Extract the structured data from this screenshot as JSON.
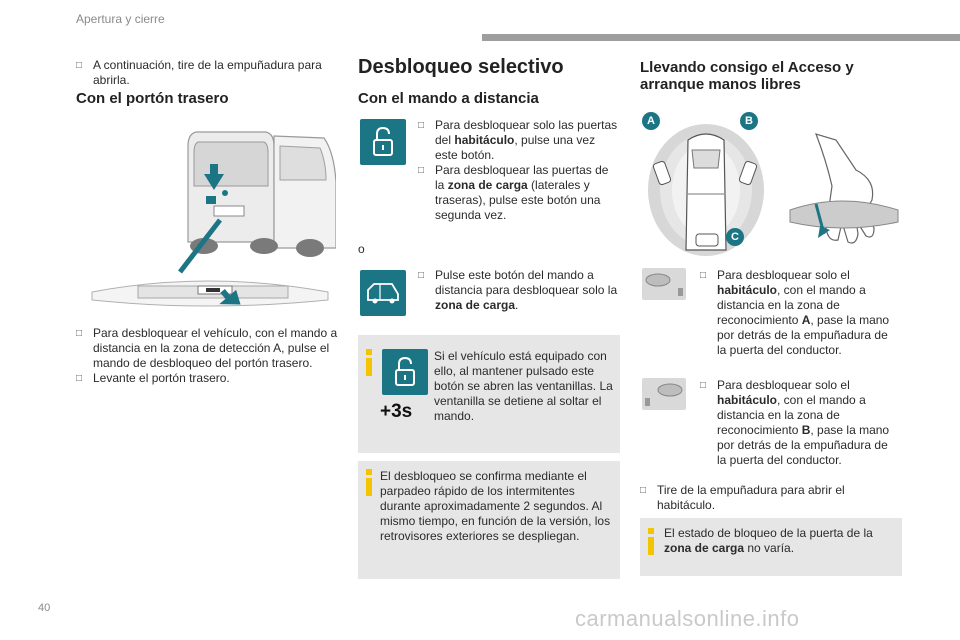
{
  "header": {
    "section": "Apertura y cierre"
  },
  "page_number": "40",
  "watermark": "carmanualsonline.info",
  "col1": {
    "intro": "A continuación, tire de la empuñadura para abrirla.",
    "heading": "Con el portón trasero",
    "steps": [
      "Para desbloquear el vehículo, con el mando a distancia en la zona de detección A, pulse el mando de desbloqueo del portón trasero.",
      "Levante el portón trasero."
    ]
  },
  "col2": {
    "title": "Desbloqueo selectivo",
    "subtitle": "Con el mando a distancia",
    "bullets_a": {
      "b1_pre": "Para desbloquear solo las puertas del ",
      "b1_bold": "habitáculo",
      "b1_post": ", pulse una vez este botón.",
      "b2_pre": "Para desbloquear las puertas de la ",
      "b2_bold": "zona de carga",
      "b2_post": " (laterales y traseras), pulse este botón una segunda vez."
    },
    "or": "o",
    "bullet_b": {
      "pre": "Pulse este botón del mando a distancia para desbloquear solo la ",
      "bold": "zona de carga",
      "post": "."
    },
    "info1": "Si el vehículo está equipado con ello, al mantener pulsado este botón se abren las ventanillas. La ventanilla se detiene al soltar el mando.",
    "plus3s": "+3s",
    "info2": "El desbloqueo se confirma mediante el parpadeo rápido de los intermitentes durante aproximadamente 2 segundos. Al mismo tiempo, en función de la versión, los retrovisores exteriores se despliegan."
  },
  "col3": {
    "title": "Llevando consigo el Acceso y arranque manos libres",
    "labels": {
      "a": "A",
      "b": "B",
      "c": "C"
    },
    "step1": {
      "pre": "Para desbloquear solo el ",
      "bold1": "habitáculo",
      "mid": ", con el mando a distancia en la zona de reconocimiento ",
      "bold2": "A",
      "post": ", pase la mano por detrás de la empuñadura de la puerta del conductor."
    },
    "step2": {
      "pre": "Para desbloquear solo el ",
      "bold1": "habitáculo",
      "mid": ", con el mando a distancia en la zona de reconocimiento ",
      "bold2": "B",
      "post": ", pase la mano por detrás de la empuñadura de la puerta del conductor."
    },
    "step3": "Tire de la empuñadura para abrir el habitáculo.",
    "info": {
      "pre": "El estado de bloqueo de la puerta de la ",
      "bold": "zona de carga",
      "post": " no varía."
    }
  },
  "colors": {
    "teal": "#1c7585",
    "yellow": "#f5c400",
    "infobox": "#e6e6e6"
  }
}
